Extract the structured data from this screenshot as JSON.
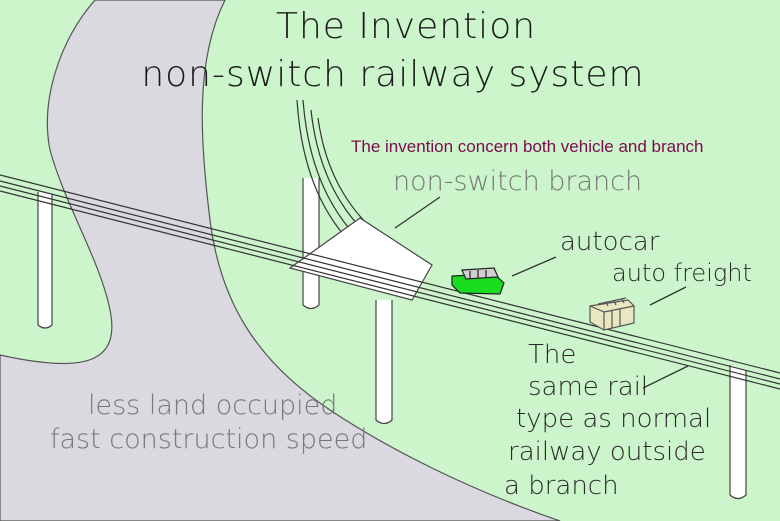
{
  "title_line1": "The Invention",
  "title_line2": "non-switch railway system",
  "subtitle": "The invention concern both vehicle and branch",
  "labels": {
    "branch": "non-switch branch",
    "autocar": "autocar",
    "freight": "auto freight",
    "rail_note_lines": [
      "The",
      "same rail",
      "type as normal",
      "railway outside",
      "a branch"
    ],
    "land_lines": [
      "less land occupied",
      "fast construction speed"
    ]
  },
  "colors": {
    "background": "#ccf5cc",
    "road": "#d9d9df",
    "subtitle": "#7b0a4e",
    "autocar": "#19dd1f",
    "freight": "#e9e6c2"
  }
}
